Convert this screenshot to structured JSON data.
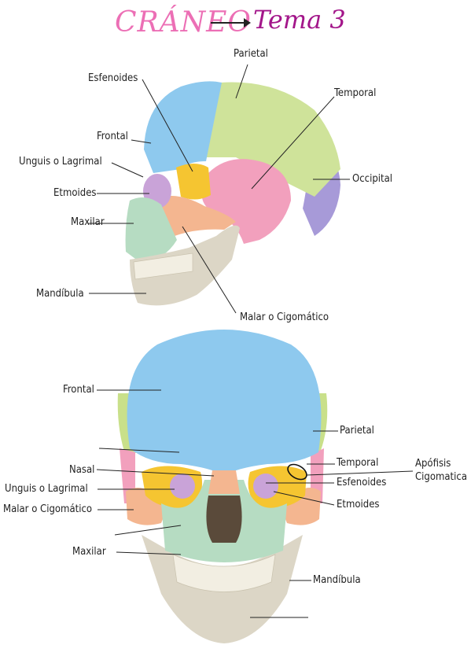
{
  "title": {
    "main": "CRÁNEO",
    "sub": "Tema 3"
  },
  "lateral_view": {
    "labels": {
      "parietal": "Parietal",
      "esfenoides": "Esfenoides",
      "temporal": "Temporal",
      "frontal": "Frontal",
      "unguis": "Unguis o Lagrimal",
      "occipital": "Occipital",
      "etmoides": "Etmoides",
      "maxilar": "Maxilar",
      "mandibula": "Mandíbula",
      "malar": "Malar o Cigomático"
    }
  },
  "frontal_view": {
    "labels": {
      "frontal": "Frontal",
      "parietal": "Parietal",
      "nasal": "Nasal",
      "temporal": "Temporal",
      "apofisis": "Apófisis\nCigomatica",
      "unguis": "Unguis o Lagrimal",
      "esfenoides": "Esfenoides",
      "malar": "Malar o Cigomático",
      "etmoides": "Etmoides",
      "maxilar": "Maxilar",
      "mandibula": "Mandíbula"
    }
  },
  "colors": {
    "frontal": "#8ec9ee",
    "parietal": "#c9e08a",
    "temporal": "#f2a0bd",
    "occipital": "#a79ad8",
    "sphenoid": "#f5c531",
    "zygomatic": "#f4b690",
    "maxilla": "#b6dcc2",
    "mandible": "#dcd6c6",
    "title_pink": "#ec6fb5",
    "title_purple": "#a3168a"
  }
}
